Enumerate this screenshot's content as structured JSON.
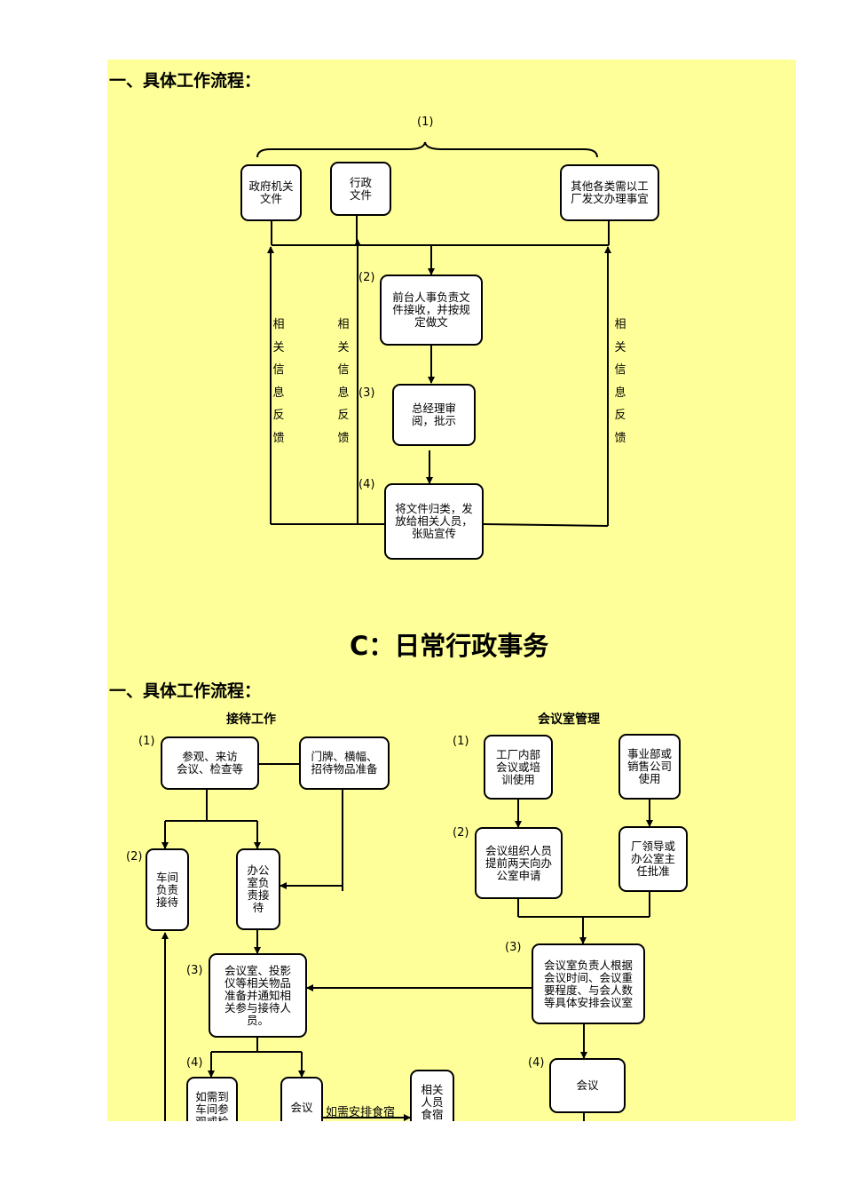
{
  "part1": {
    "heading": "一、具体工作流程：",
    "step1": "(1)",
    "step2": "(2)",
    "step3": "(3)",
    "step4": "(4)",
    "box_gov": "政府机关\n文件",
    "box_admin": "行政\n文件",
    "box_other": "其他各类需以工\n厂发文办理事宜",
    "box_reception": "前台人事负责文\n件接收，并按规\n定做文",
    "box_gm": "总经理审\n阅，批示",
    "box_archive": "将文件归类，发\n放给相关人员，\n张贴宣传",
    "feedback": "相\n关\n信\n息\n反\n馈"
  },
  "section_c": {
    "title": "C：日常行政事务",
    "heading": "一、具体工作流程："
  },
  "reception": {
    "title": "接待工作",
    "step1": "(1)",
    "step2": "(2)",
    "step3": "(3)",
    "step4": "(4)",
    "box_visit": "参观、来访\n会议、检查等",
    "box_signs": "门牌、横幅、\n招待物品准备",
    "box_workshop": "车间\n负责\n接待",
    "box_office": "办公\n室负\n责接\n待",
    "box_prepare": "会议室、投影\n仪等相关物品\n准备并通知相\n关参与接待人\n员。",
    "box_visit_workshop": "如需到\n车间参\n观或检",
    "box_meeting": "会议",
    "box_related": "相关\n人员\n食宿",
    "arrange_label": "如需安排食宿"
  },
  "meeting_room": {
    "title": "会议室管理",
    "step1": "(1)",
    "step2": "(2)",
    "step3": "(3)",
    "step4": "(4)",
    "box_internal": "工厂内部\n会议或培\n训使用",
    "box_division": "事业部或\n销售公司\n使用",
    "box_organizer": "会议组织人员\n提前两天向办\n公室申请",
    "box_approve": "厂领导或\n办公室主\n任批准",
    "box_arrange": "会议室负责人根据\n会议时间、会议重\n要程度、与会人数\n等具体安排会议室",
    "box_meeting": "会议"
  }
}
